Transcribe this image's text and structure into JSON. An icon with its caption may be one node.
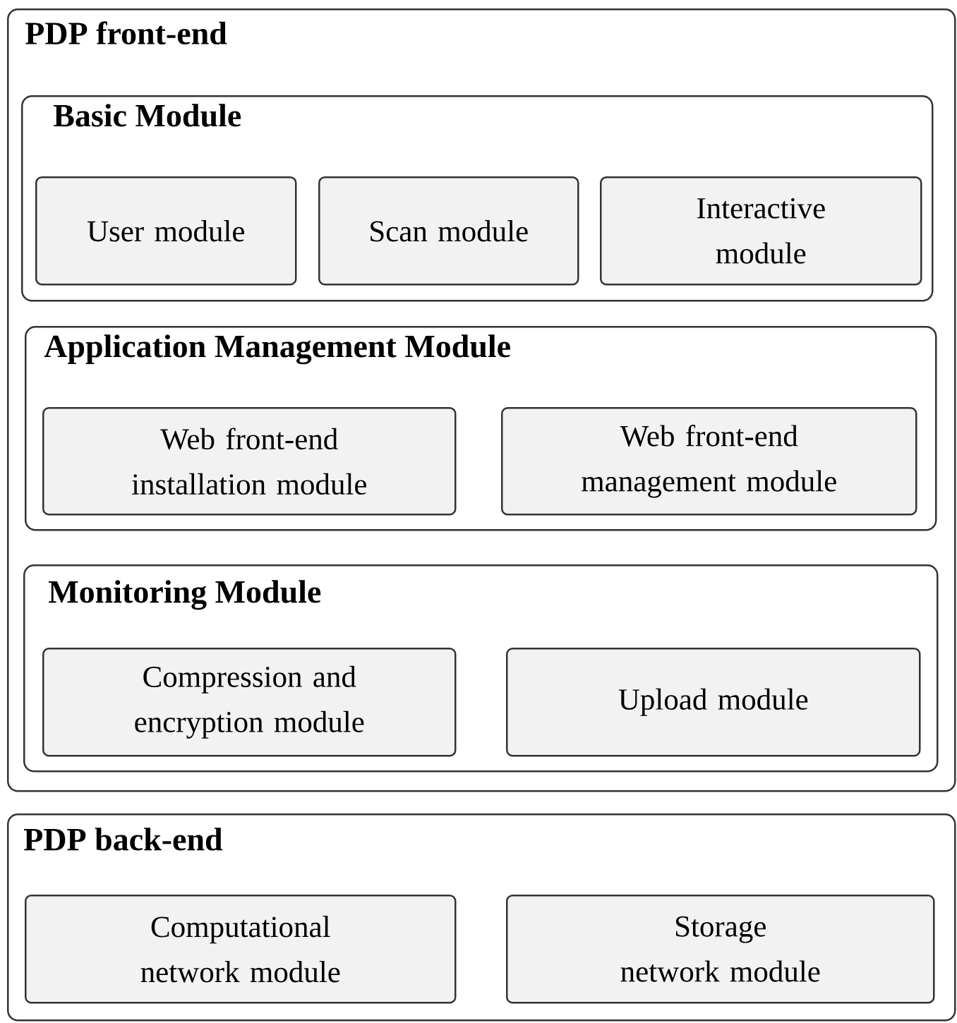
{
  "diagram": {
    "nodes": [
      {
        "text": [
          "PDP front-end"
        ]
      },
      {
        "text": [
          "Basic  Module"
        ],
        "in": 0
      },
      {
        "text": [
          "User module"
        ],
        "in": 1
      },
      {
        "text": [
          "Scan module"
        ],
        "in": 1
      },
      {
        "text": [
          "Interactive module"
        ],
        "in": 1
      },
      {
        "text": [
          "Application Management Module"
        ],
        "in": 0
      },
      {
        "text": [
          "Web front-end installation module"
        ],
        "in": 5
      },
      {
        "text": [
          "Web front-end management module"
        ],
        "in": 5
      },
      {
        "text": [
          "Monitoring Module"
        ],
        "in": 0
      },
      {
        "text": [
          "Compression and encryption module"
        ],
        "in": 8
      },
      {
        "text": [
          "Upload module"
        ],
        "in": 8
      },
      {
        "text": [
          "PDP back-end"
        ]
      },
      {
        "text": [
          "Computational network module"
        ],
        "in": 11
      },
      {
        "text": [
          "Storage network module"
        ],
        "in": 11
      }
    ],
    "edges": []
  }
}
